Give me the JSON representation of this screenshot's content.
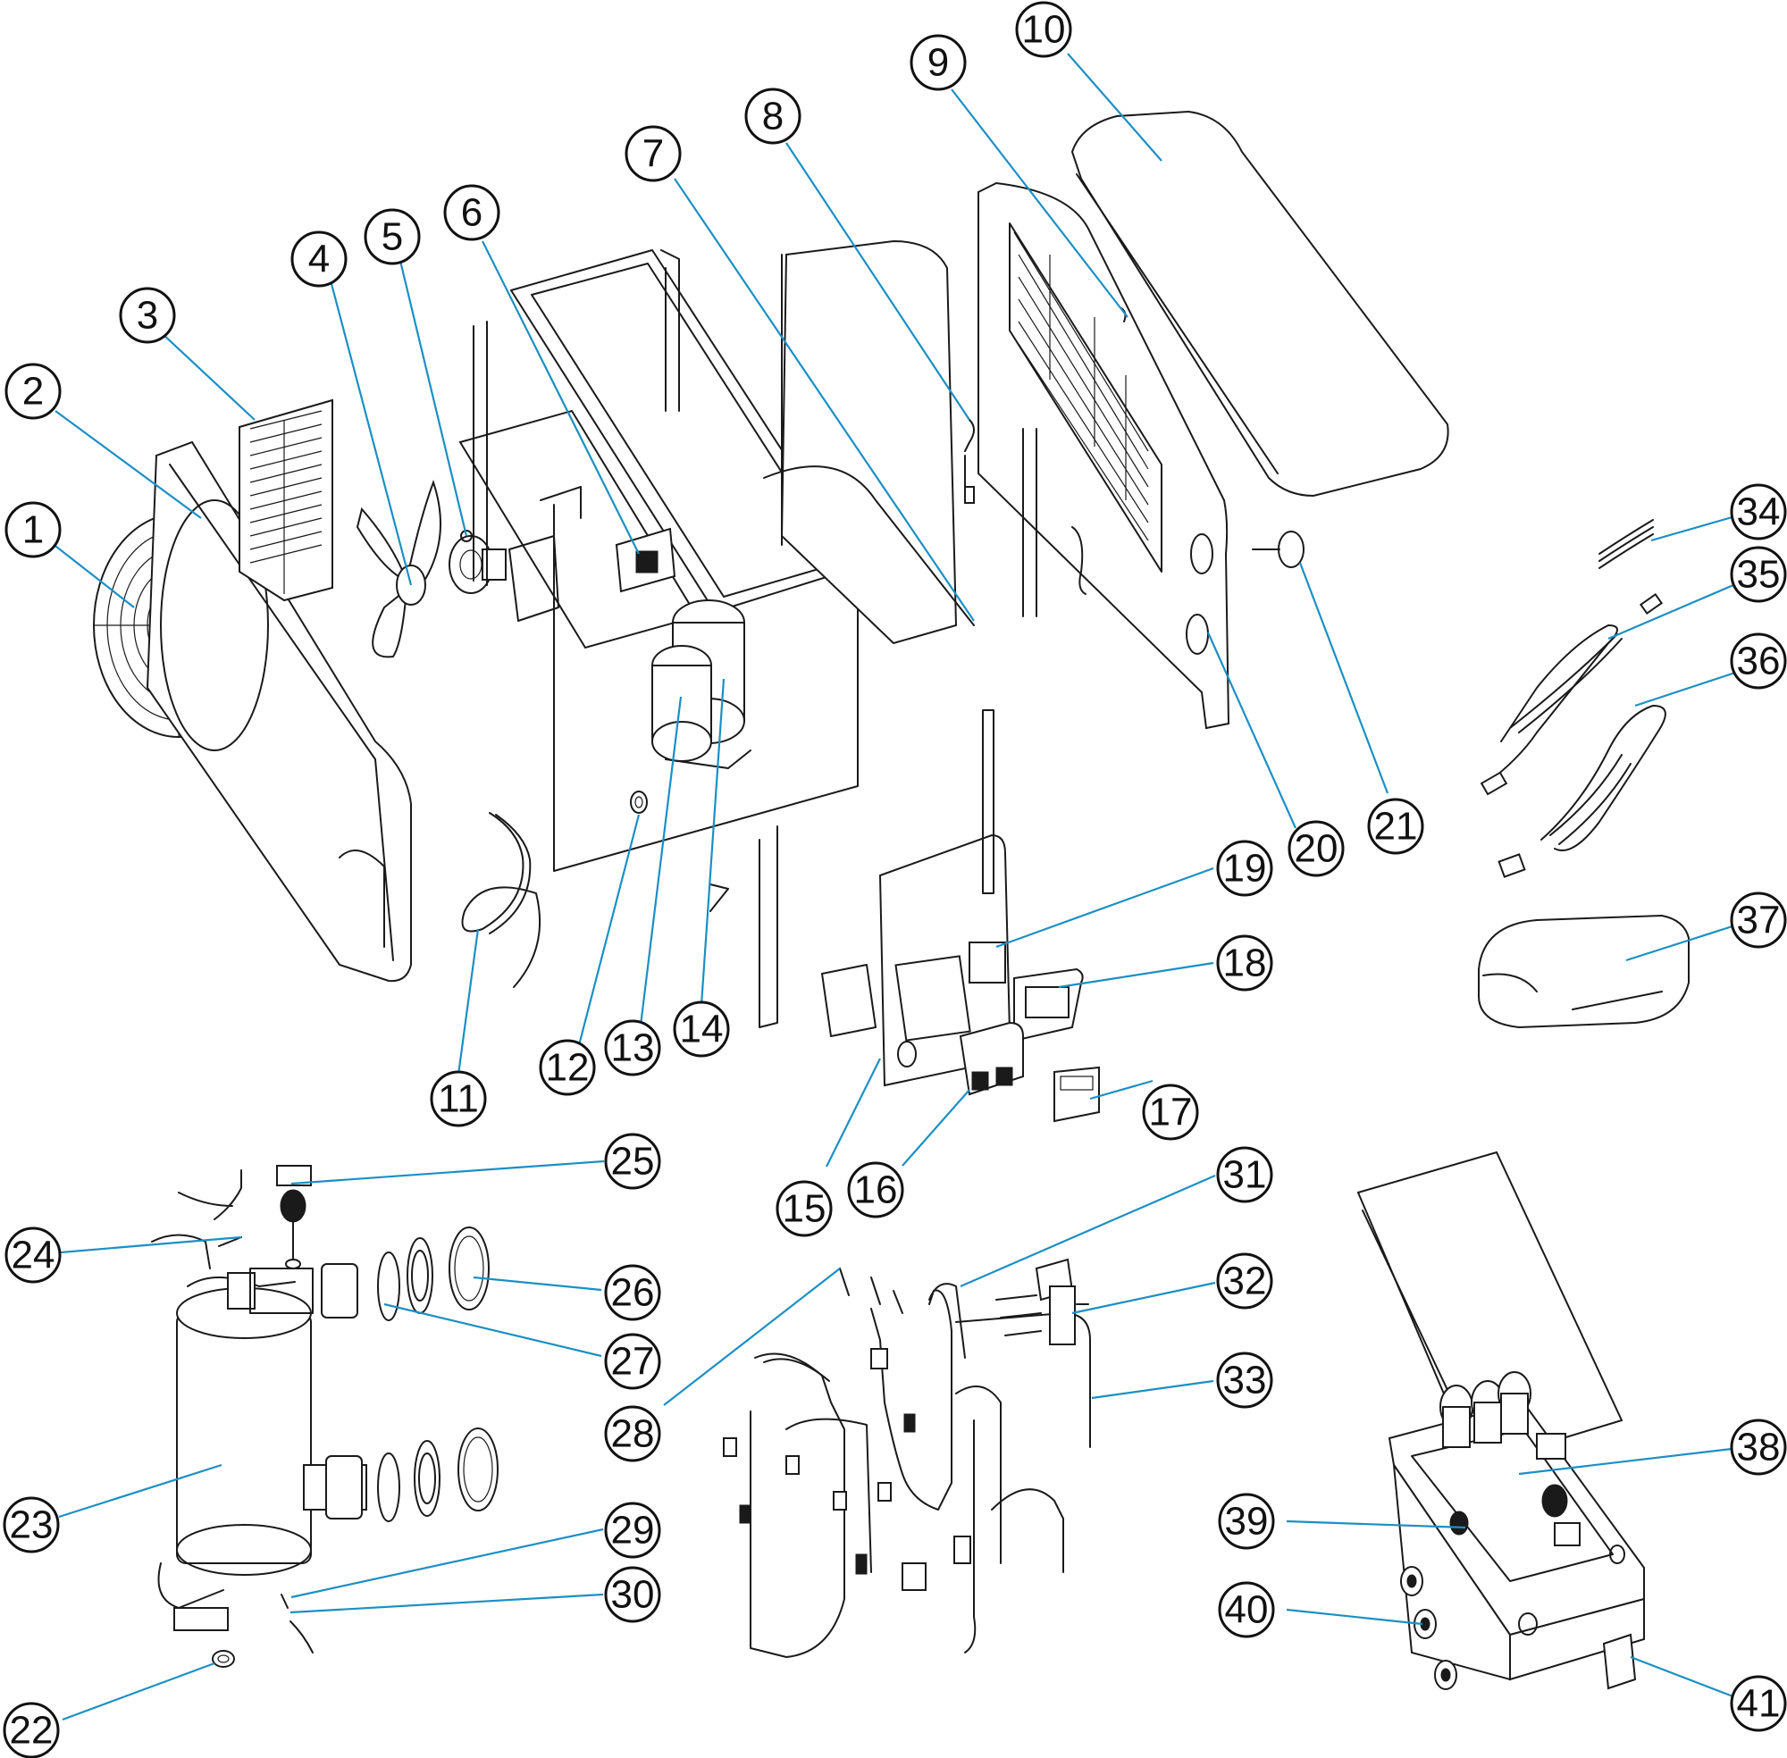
{
  "diagram": {
    "callouts": [
      {
        "label": "1"
      },
      {
        "label": "2"
      },
      {
        "label": "3"
      },
      {
        "label": "4"
      },
      {
        "label": "5"
      },
      {
        "label": "6"
      },
      {
        "label": "7"
      },
      {
        "label": "8"
      },
      {
        "label": "9"
      },
      {
        "label": "10"
      },
      {
        "label": "11"
      },
      {
        "label": "12"
      },
      {
        "label": "13"
      },
      {
        "label": "14"
      },
      {
        "label": "15"
      },
      {
        "label": "16"
      },
      {
        "label": "17"
      },
      {
        "label": "18"
      },
      {
        "label": "19"
      },
      {
        "label": "20"
      },
      {
        "label": "21"
      },
      {
        "label": "22"
      },
      {
        "label": "23"
      },
      {
        "label": "24"
      },
      {
        "label": "25"
      },
      {
        "label": "26"
      },
      {
        "label": "27"
      },
      {
        "label": "28"
      },
      {
        "label": "29"
      },
      {
        "label": "30"
      },
      {
        "label": "31"
      },
      {
        "label": "32"
      },
      {
        "label": "33"
      },
      {
        "label": "34"
      },
      {
        "label": "35"
      },
      {
        "label": "36"
      },
      {
        "label": "37"
      },
      {
        "label": "38"
      },
      {
        "label": "39"
      },
      {
        "label": "40"
      },
      {
        "label": "41"
      }
    ]
  }
}
